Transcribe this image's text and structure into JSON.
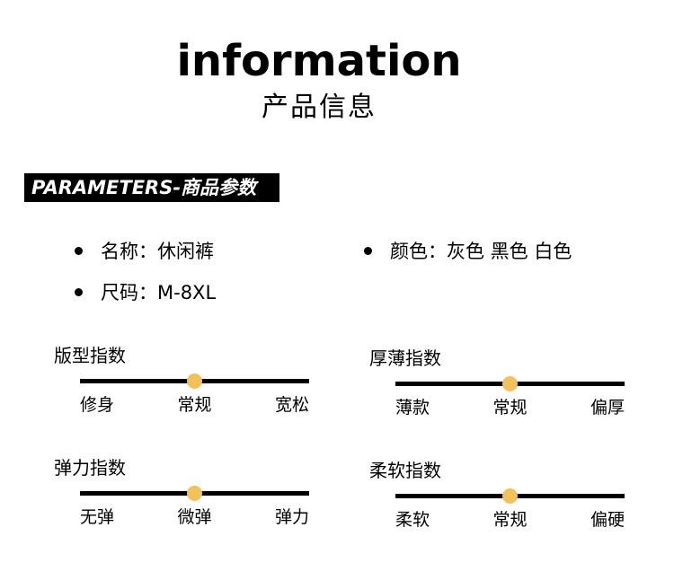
{
  "header": {
    "title": "information",
    "subtitle": "产品信息"
  },
  "banner": {
    "text": "PARAMETERS-商品参数"
  },
  "params": [
    {
      "label": "名称：休闲裤"
    },
    {
      "label": "颜色：灰色 黑色 白色"
    },
    {
      "label": "尺码：M-8XL"
    }
  ],
  "colors": {
    "knob": "#f2c15c",
    "bar": "#000000"
  },
  "scales": {
    "fit": {
      "label": "版型指数",
      "ticks": [
        "修身",
        "常规",
        "宽松"
      ],
      "level": 0.5
    },
    "thickness": {
      "label": "厚薄指数",
      "ticks": [
        "薄款",
        "常规",
        "偏厚"
      ],
      "level": 0.5
    },
    "elasticity": {
      "label": "弹力指数",
      "ticks": [
        "无弹",
        "微弹",
        "弹力"
      ],
      "level": 0.5
    },
    "softness": {
      "label": "柔软指数",
      "ticks": [
        "柔软",
        "常规",
        "偏硬"
      ],
      "level": 0.5
    }
  }
}
